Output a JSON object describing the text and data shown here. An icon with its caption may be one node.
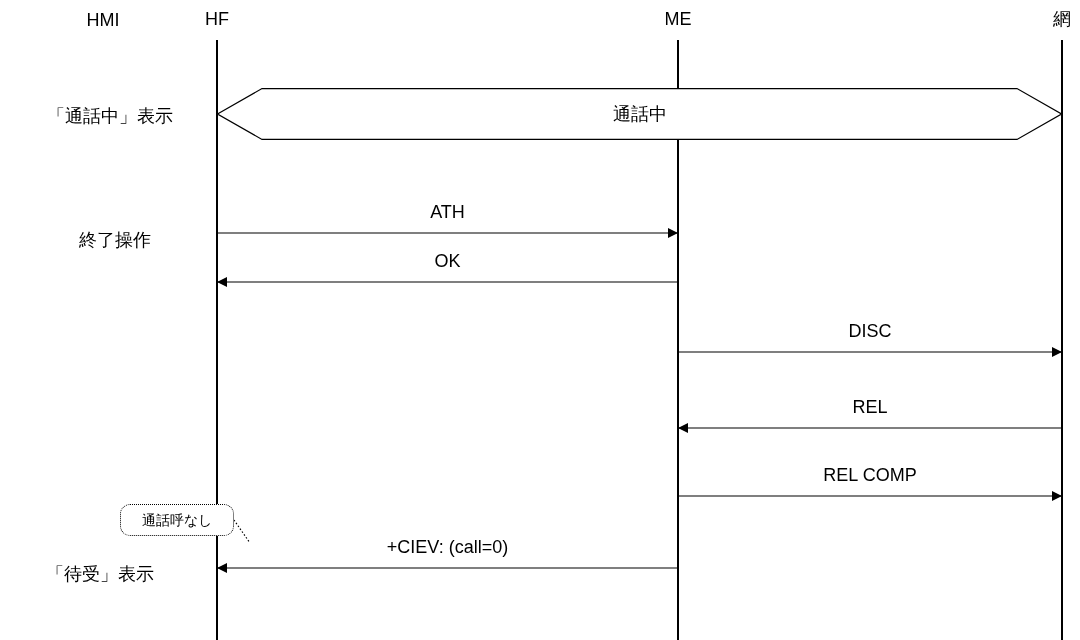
{
  "diagram": {
    "nodes": [
      {
        "text": [
          "HF"
        ]
      },
      {
        "text": [
          "ME"
        ]
      },
      {
        "text": [
          "網"
        ]
      },
      {
        "text": [
          "通話中"
        ]
      },
      {
        "text": [
          "通話呼なし"
        ]
      }
    ],
    "edges": [
      {
        "from": 0,
        "to": 1,
        "arrow": "to",
        "label": "ATH"
      },
      {
        "from": 1,
        "to": 0,
        "arrow": "to",
        "label": "OK"
      },
      {
        "from": 1,
        "to": 2,
        "arrow": "to",
        "label": "DISC"
      },
      {
        "from": 2,
        "to": 1,
        "arrow": "to",
        "label": "REL"
      },
      {
        "from": 1,
        "to": 2,
        "arrow": "to",
        "label": "REL COMP"
      },
      {
        "from": 1,
        "to": 0,
        "arrow": "to",
        "label": "+CIEV: (call=0)"
      },
      {
        "from": 4,
        "to": null,
        "arrow": "none",
        "style": "dashed"
      }
    ],
    "labels": [
      "HMI",
      "「通話中」表示",
      "終了操作",
      "「待受」表示"
    ]
  }
}
